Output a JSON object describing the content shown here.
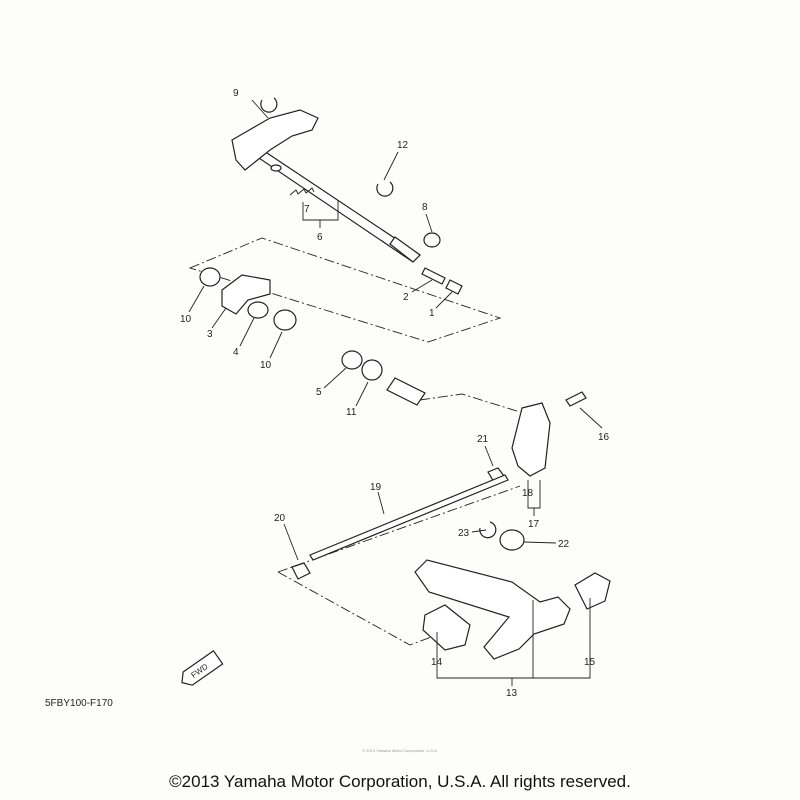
{
  "diagram": {
    "callouts": [
      {
        "id": "9",
        "label": "9"
      },
      {
        "id": "12",
        "label": "12"
      },
      {
        "id": "7",
        "label": "7"
      },
      {
        "id": "6",
        "label": "6"
      },
      {
        "id": "8",
        "label": "8"
      },
      {
        "id": "2",
        "label": "2"
      },
      {
        "id": "1",
        "label": "1"
      },
      {
        "id": "10a",
        "label": "10"
      },
      {
        "id": "3",
        "label": "3"
      },
      {
        "id": "4",
        "label": "4"
      },
      {
        "id": "10b",
        "label": "10"
      },
      {
        "id": "5",
        "label": "5"
      },
      {
        "id": "11",
        "label": "11"
      },
      {
        "id": "16",
        "label": "16"
      },
      {
        "id": "21",
        "label": "21"
      },
      {
        "id": "18",
        "label": "18"
      },
      {
        "id": "17",
        "label": "17"
      },
      {
        "id": "19",
        "label": "19"
      },
      {
        "id": "20",
        "label": "20"
      },
      {
        "id": "23",
        "label": "23"
      },
      {
        "id": "22",
        "label": "22"
      },
      {
        "id": "14",
        "label": "14"
      },
      {
        "id": "15",
        "label": "15"
      },
      {
        "id": "13",
        "label": "13"
      }
    ],
    "fwd_label": "FWD",
    "diagram_code": "5FBY100-F170"
  },
  "footer": {
    "copyright": "©2013 Yamaha Motor Corporation, U.S.A. All rights reserved.",
    "watermark": "© 2013 Yamaha Motor Corporation, U.S.A."
  }
}
